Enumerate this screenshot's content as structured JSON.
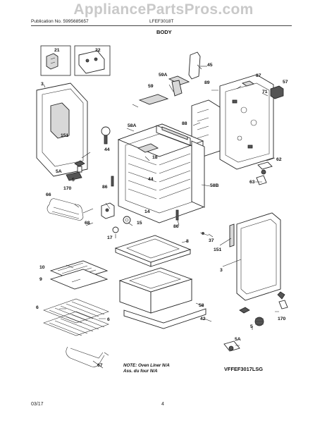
{
  "watermark": "AppliancePartsPros.com",
  "header": {
    "publication": "Publication No. 5995685657",
    "model": "LFEF3018T",
    "section": "BODY"
  },
  "callouts": {
    "c21": "21",
    "c22": "22",
    "c3a": "3",
    "c151a": "151",
    "c45": "45",
    "c59A": "59A",
    "c59": "59",
    "c87": "87",
    "c89": "89",
    "c71": "71",
    "c57": "57",
    "c88": "88",
    "c58A": "58A",
    "c18": "18",
    "c44a": "44",
    "c5Aa": "5A",
    "c5a": "5",
    "c170a": "170",
    "c86a": "86",
    "c44b": "44",
    "c58B": "58B",
    "c62": "62",
    "c63": "63",
    "c66": "66",
    "c14": "14",
    "c15": "15",
    "c68": "68",
    "c17": "17",
    "c86b": "86",
    "c37": "37",
    "c151b": "151",
    "c8": "8",
    "c3b": "3",
    "c10": "10",
    "c9": "9",
    "c6a": "6",
    "c6b": "6",
    "c58": "58",
    "c42": "42",
    "c5b": "5",
    "c170b": "170",
    "c5Ab": "5A",
    "c67": "67"
  },
  "note": {
    "line1": "NOTE: Oven Liner N/A",
    "line2": "Ass. du four N/A"
  },
  "diagram_code": "VFFEF3017LSG",
  "footer": {
    "date": "03/17",
    "page": "4"
  }
}
